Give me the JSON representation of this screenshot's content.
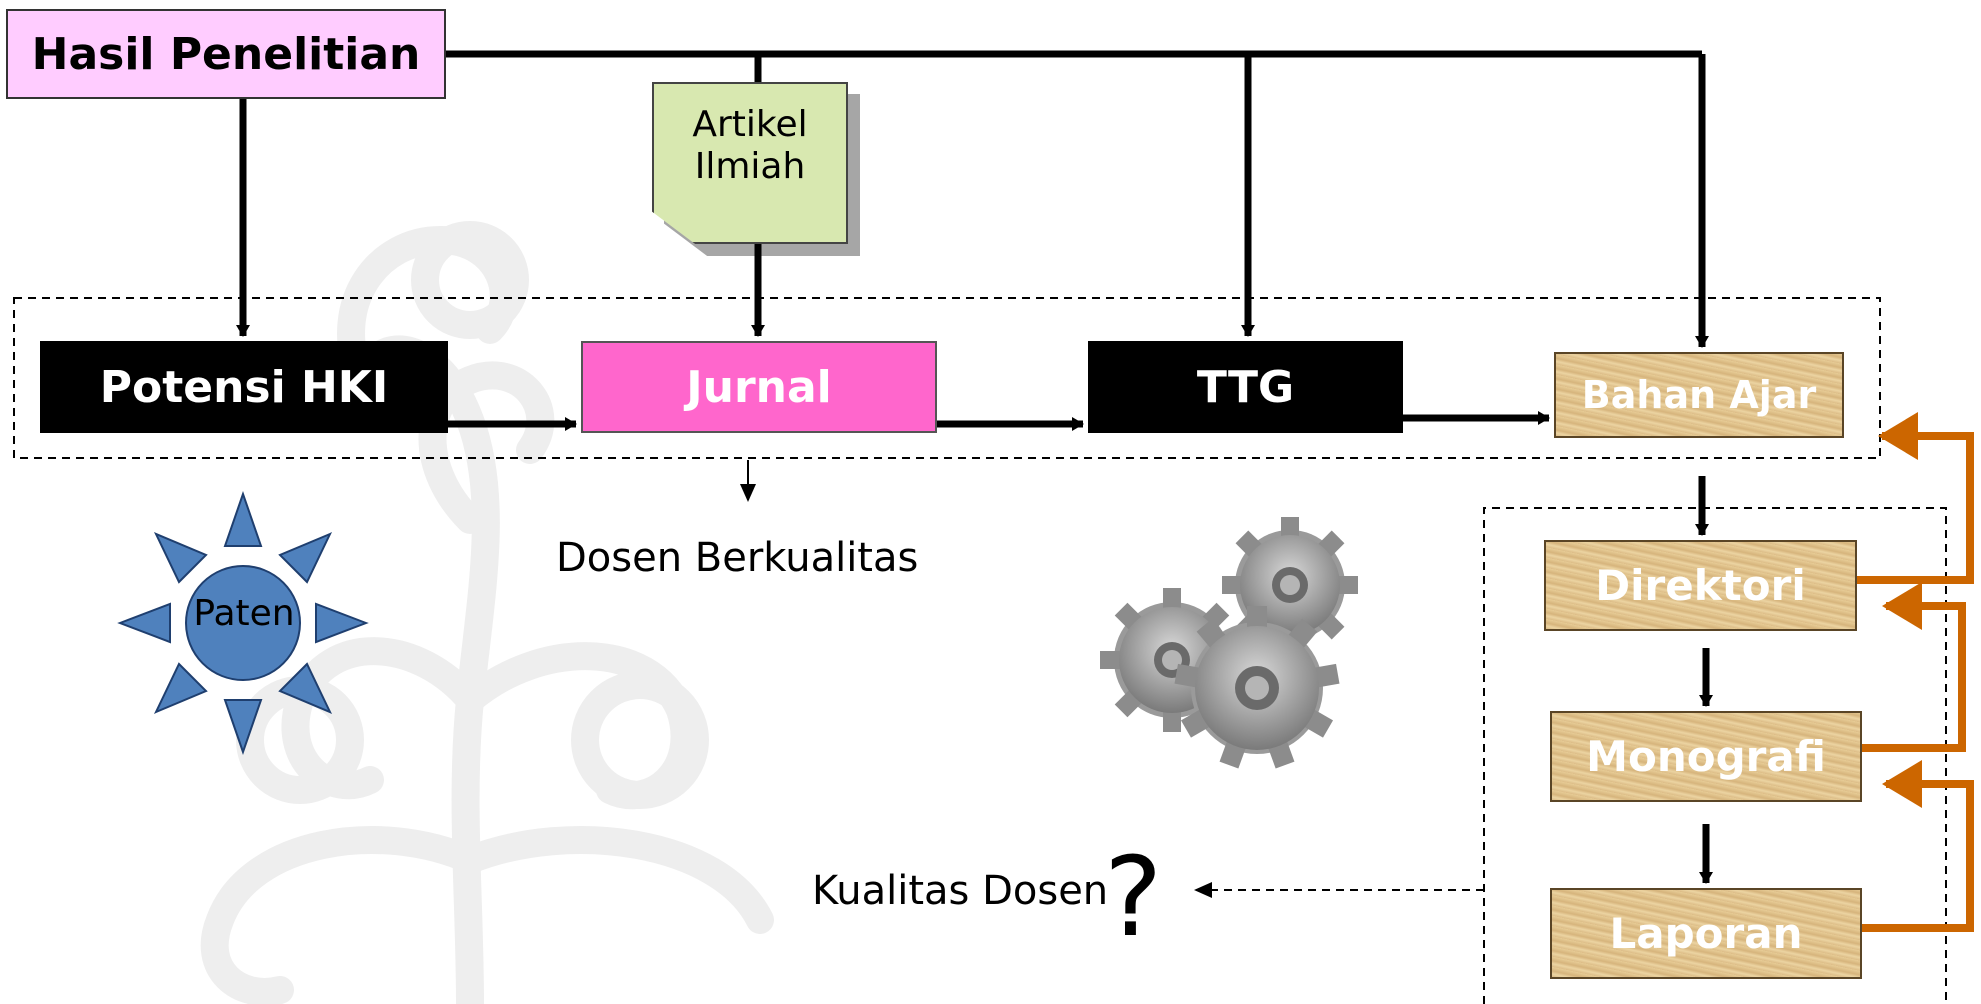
{
  "nodes": {
    "hasil_penelitian": "Hasil Penelitian",
    "artikel_ilmiah_line1": "Artikel",
    "artikel_ilmiah_line2": "Ilmiah",
    "potensi_hki": "Potensi HKI",
    "jurnal": "Jurnal",
    "ttg": "TTG",
    "bahan_ajar": "Bahan Ajar",
    "direktori": "Direktori",
    "monografi": "Monografi",
    "laporan": "Laporan",
    "paten": "Paten"
  },
  "labels": {
    "dosen_berkualitas": "Dosen Berkualitas",
    "kualitas_dosen": "Kualitas Dosen",
    "question_mark": "?"
  },
  "colors": {
    "hasil_fill": "#ffccff",
    "jurnal_fill": "#ff66cc",
    "black_box": "#000000",
    "note_fill": "#d8e8b0",
    "sun_fill": "#4f81bd",
    "feedback_arrow": "#cc6600",
    "parchment": "#dcbc86"
  },
  "icons": [
    "sun-shape",
    "gears-icon",
    "tree-watermark"
  ]
}
